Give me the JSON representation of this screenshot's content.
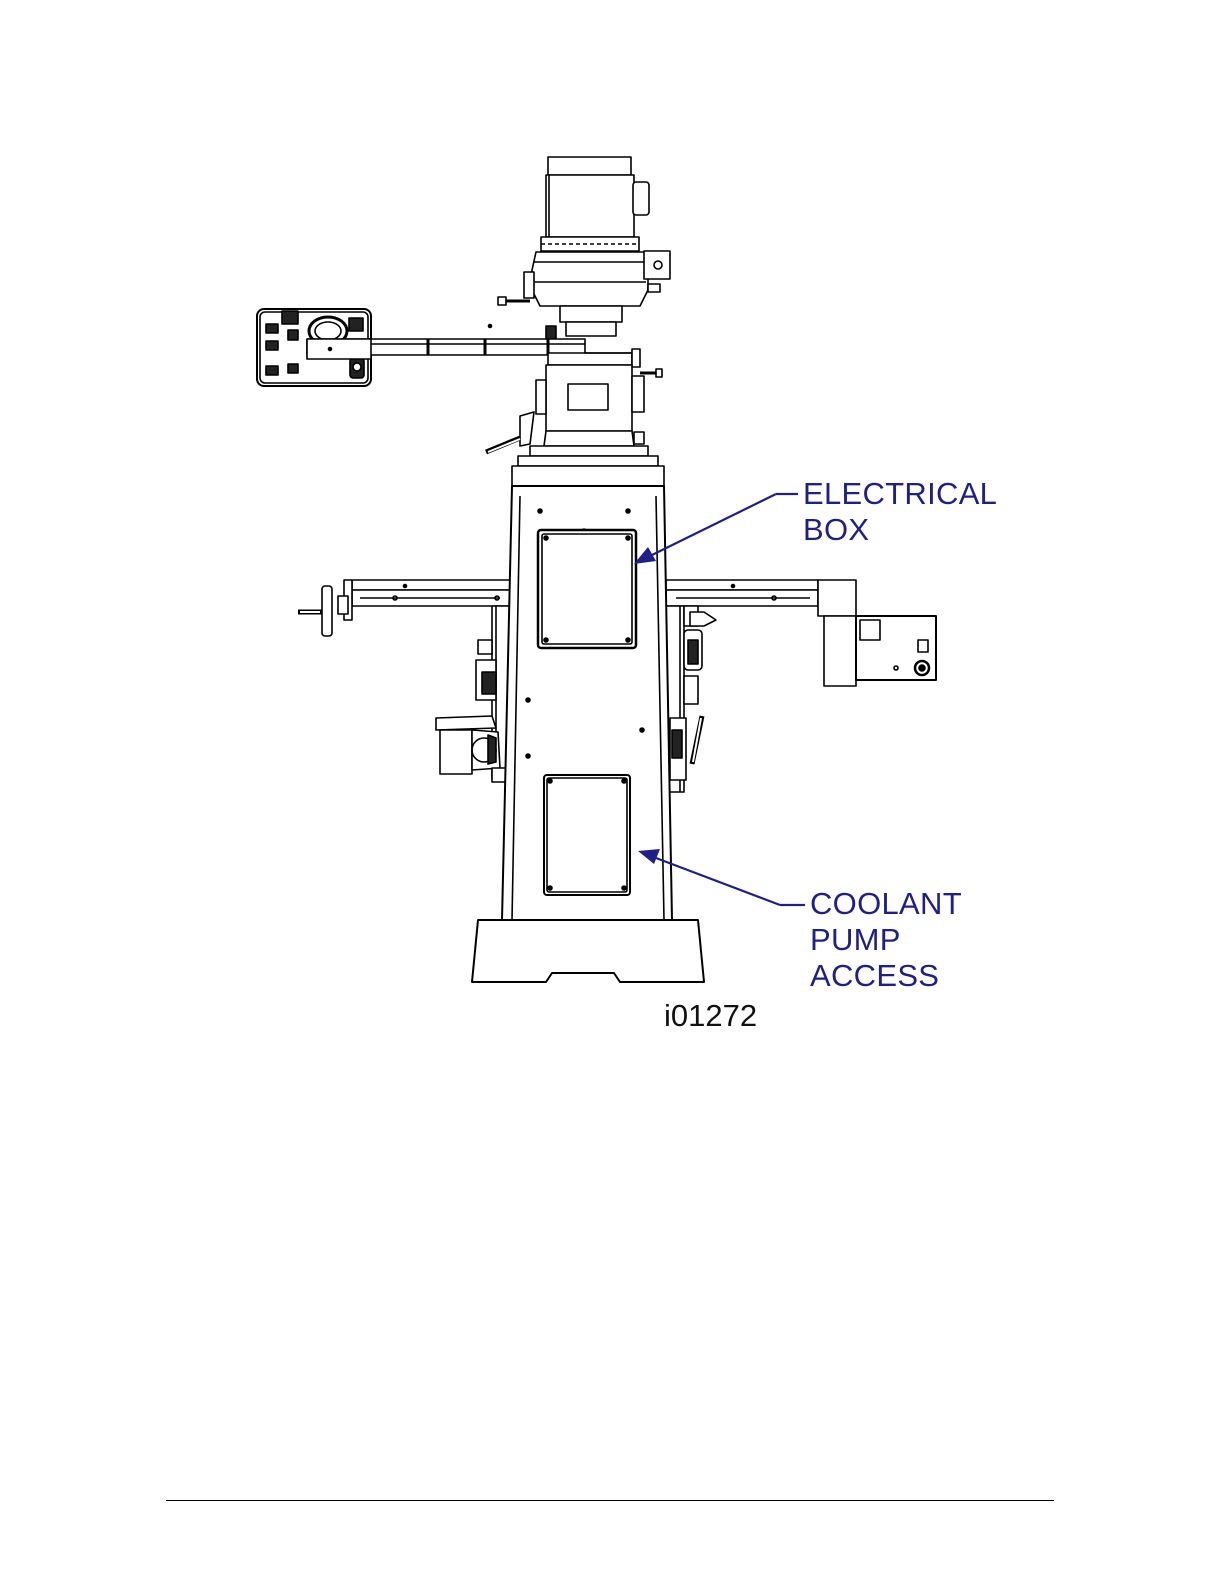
{
  "figure": {
    "id": "i01272"
  },
  "callouts": [
    {
      "line1": "ELECTRICAL",
      "line2": "BOX"
    },
    {
      "line1": "COOLANT",
      "line2": "PUMP",
      "line3": "ACCESS"
    }
  ],
  "colors": {
    "callout": "#1f1f8a",
    "linework": "#000000",
    "background": "#ffffff"
  }
}
